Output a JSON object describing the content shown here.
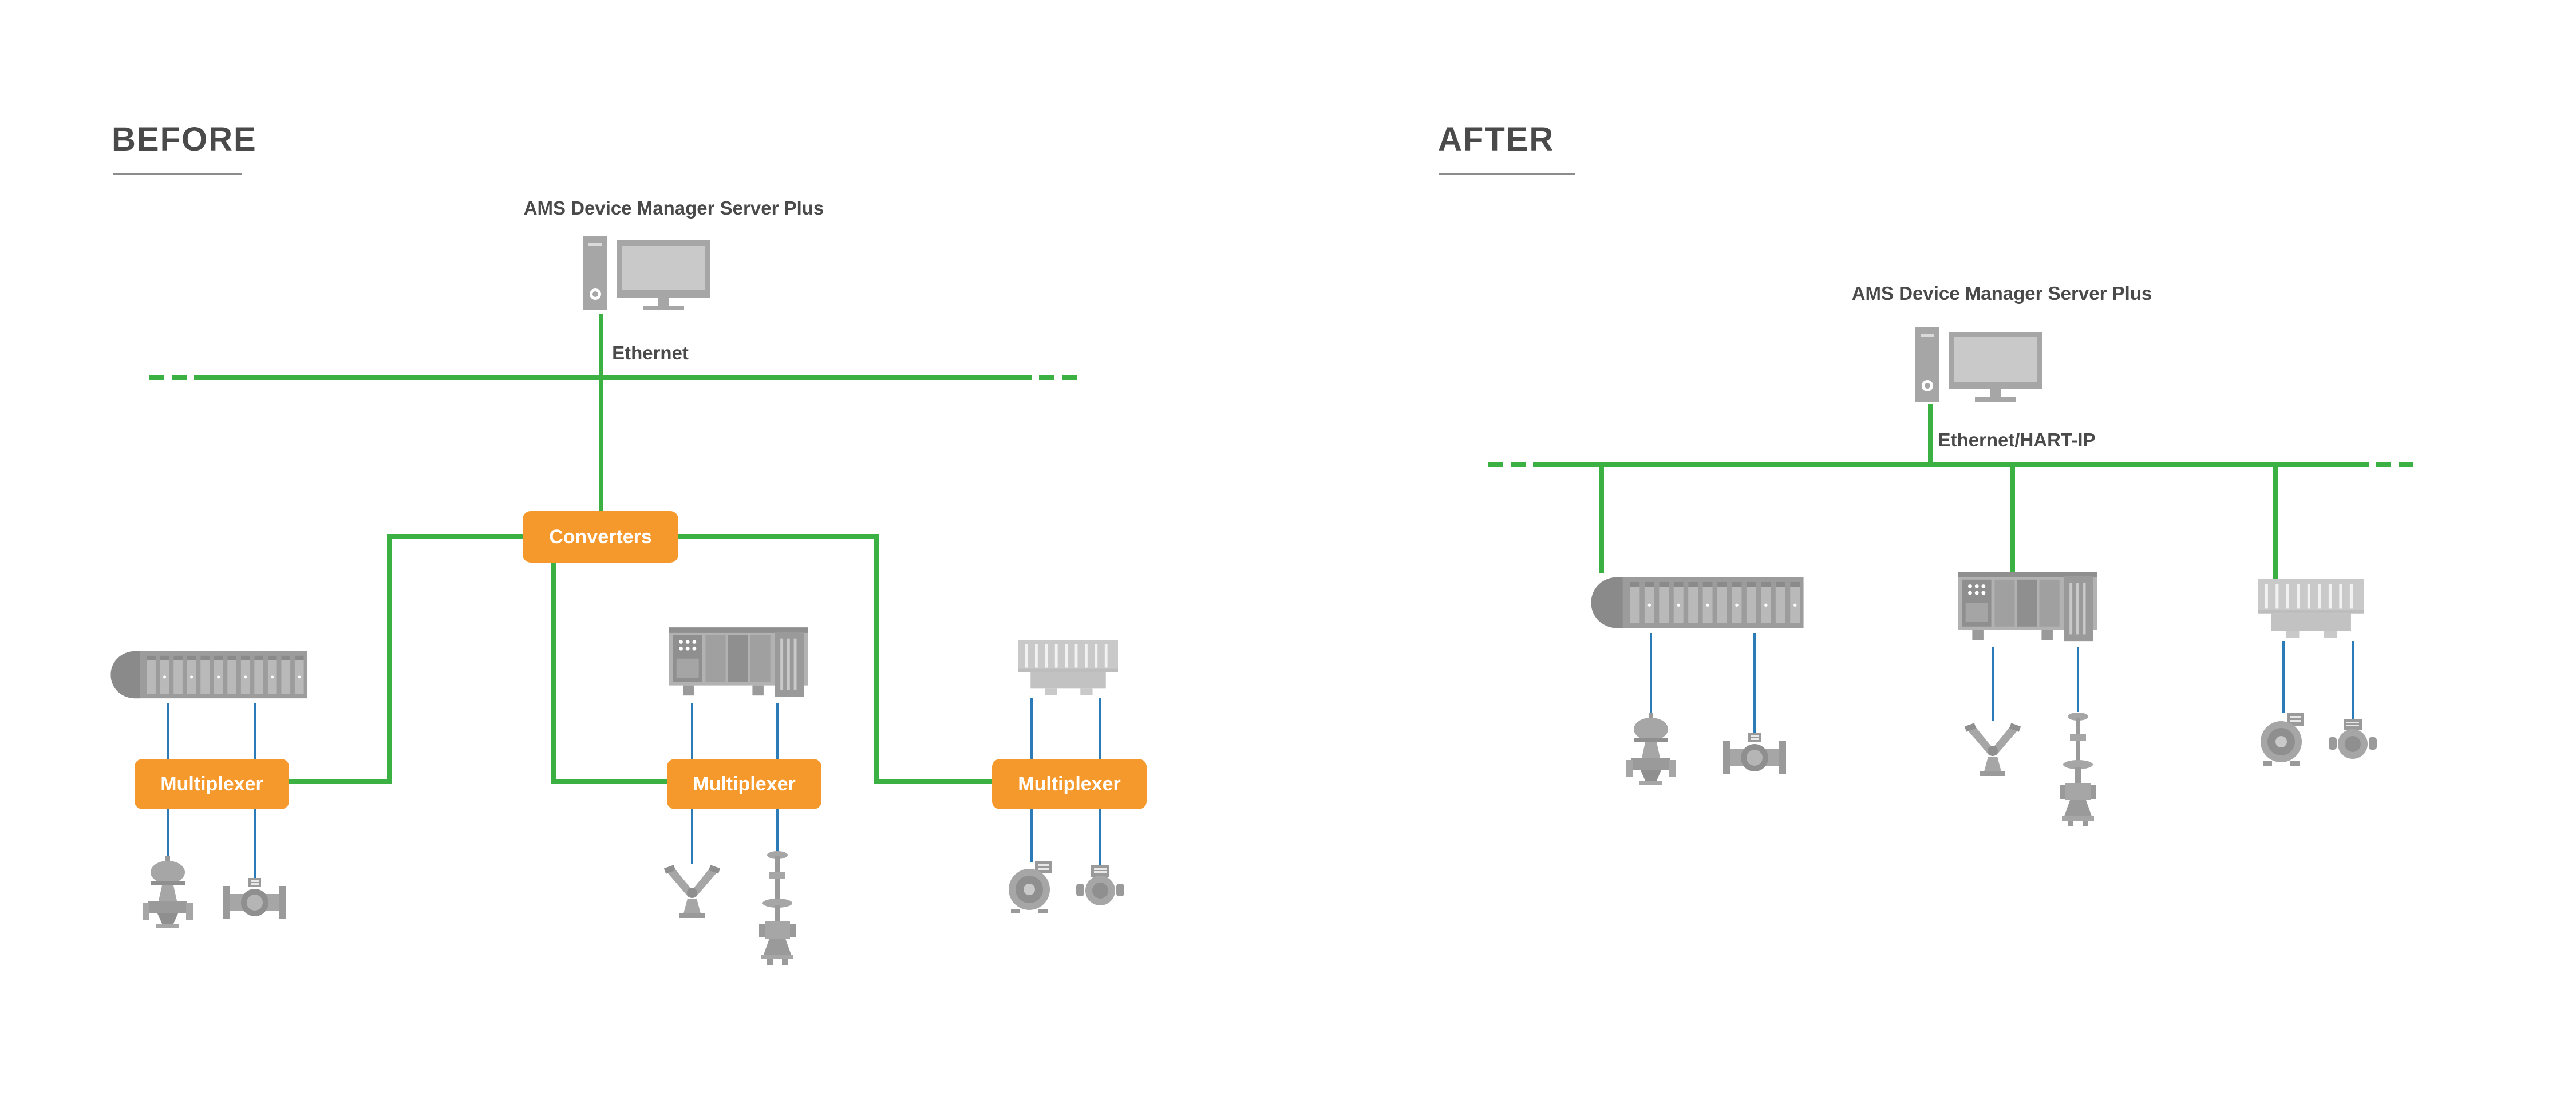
{
  "colors": {
    "green": "#3BB143",
    "orange": "#F6992D",
    "blue": "#2B7BB9",
    "device": "#A6A6A6",
    "text": "#4A4A4A",
    "underline": "#8C8C8C"
  },
  "before": {
    "title": "BEFORE",
    "server_label": "AMS Device Manager Server Plus",
    "network_label": "Ethernet",
    "converter_label": "Converters",
    "multiplexers": [
      "Multiplexer",
      "Multiplexer",
      "Multiplexer"
    ]
  },
  "after": {
    "title": "AFTER",
    "server_label": "AMS Device Manager Server Plus",
    "network_label": "Ethernet/HART-IP"
  },
  "icons": {
    "server": "desktop-computer-icon",
    "controller_large": "plc-rack-icon",
    "controller_modular": "modular-plc-icon",
    "controller_small": "io-rack-icon",
    "field_devices": [
      "control-valve-icon",
      "flow-meter-icon",
      "rotary-valve-icon",
      "tall-control-valve-icon",
      "pressure-transmitter-icon",
      "field-transmitter-icon"
    ]
  }
}
